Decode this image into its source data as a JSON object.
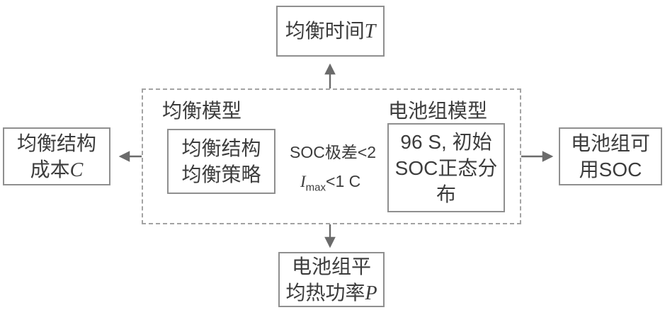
{
  "diagram": {
    "top_box": {
      "label": "均衡时间",
      "var": "T"
    },
    "left_box": {
      "line1": "均衡结构",
      "line2": "成本",
      "var": "C"
    },
    "right_box": {
      "line1": "电池组可",
      "line2": "用SOC"
    },
    "bottom_box": {
      "line1": "电池组平",
      "line2": "均热功率",
      "var": "P"
    },
    "dashed_box": {
      "left_title": "均衡模型",
      "left_inner": {
        "line1": "均衡结构",
        "line2": "均衡策略"
      },
      "right_title": "电池组模型",
      "right_inner": "96 S, 初始SOC正态分布"
    },
    "arrow_labels": {
      "top": "SOC极差<2",
      "bottom_var": "I",
      "bottom_sub": "max",
      "bottom_rest": "<1 C"
    },
    "colors": {
      "border": "#8f8f8f",
      "dashed_border": "#a3a3a3",
      "text": "#3c3c3c",
      "arrow": "#6b6b6b"
    }
  }
}
